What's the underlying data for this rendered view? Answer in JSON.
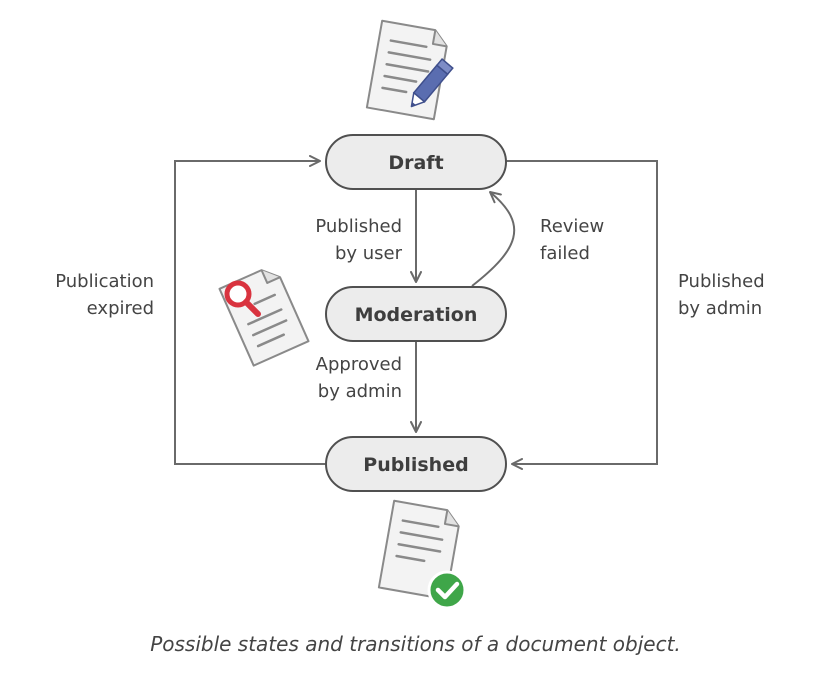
{
  "states": {
    "draft": "Draft",
    "moderation": "Moderation",
    "published": "Published"
  },
  "transitions": {
    "published_by_user": [
      "Published",
      "by user"
    ],
    "review_failed": [
      "Review",
      "failed"
    ],
    "approved_by_admin": [
      "Approved",
      "by admin"
    ],
    "publication_expired": [
      "Publication",
      "expired"
    ],
    "published_by_admin": [
      "Published",
      "by admin"
    ]
  },
  "caption": "Possible states and transitions of a document object.",
  "icons": {
    "draft": "document-edit-icon",
    "moderation": "document-search-icon",
    "published": "document-approved-icon"
  },
  "colors": {
    "state_fill": "#ececec",
    "state_stroke": "#505050",
    "edge": "#6a6a6a",
    "pencil": "#5a6db0",
    "magnifier": "#d9333f",
    "check": "#3fa649",
    "paper": "#f3f3f3"
  }
}
